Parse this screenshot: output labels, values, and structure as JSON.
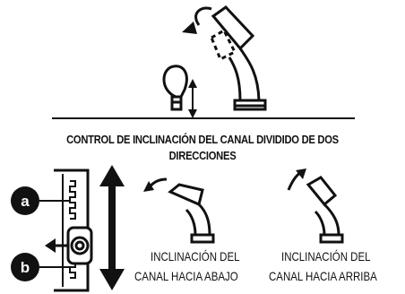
{
  "title": {
    "line1": "CONTROL DE INCLINACIÓN DEL CANAL DIVIDIDO DE DOS",
    "line2": "DIRECCIONES"
  },
  "callouts": {
    "a": "a",
    "b": "b"
  },
  "captions": {
    "down": [
      "INCLINACIÓN DEL",
      "CANAL HACIA ABAJO"
    ],
    "up": [
      "INCLINACIÓN DEL",
      "CANAL HACIA ARRIBA"
    ]
  }
}
